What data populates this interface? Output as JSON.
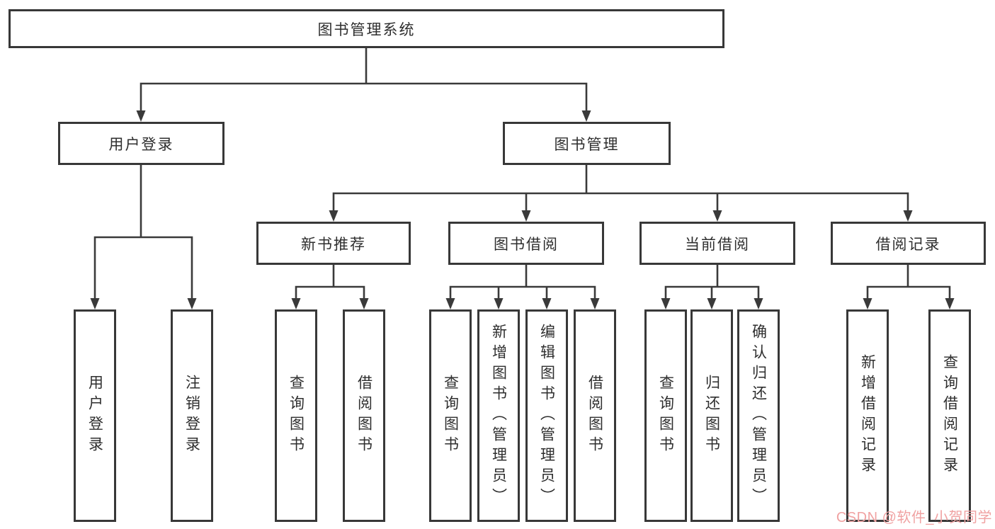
{
  "diagram": {
    "type": "hierarchy-tree",
    "title": "图书管理系统",
    "root": {
      "label": "图书管理系统"
    },
    "level2": [
      {
        "label": "用户登录"
      },
      {
        "label": "图书管理"
      }
    ],
    "level3": [
      {
        "label": "新书推荐",
        "parent": "图书管理"
      },
      {
        "label": "图书借阅",
        "parent": "图书管理"
      },
      {
        "label": "当前借阅",
        "parent": "图书管理"
      },
      {
        "label": "借阅记录",
        "parent": "图书管理"
      }
    ],
    "leaves": [
      {
        "label": "用户登录",
        "parent": "用户登录"
      },
      {
        "label": "注销登录",
        "parent": "用户登录"
      },
      {
        "label": "查询图书",
        "parent": "新书推荐"
      },
      {
        "label": "借阅图书",
        "parent": "新书推荐"
      },
      {
        "label": "查询图书",
        "parent": "图书借阅"
      },
      {
        "label": "新增图书（管理员）",
        "parent": "图书借阅"
      },
      {
        "label": "编辑图书（管理员）",
        "parent": "图书借阅"
      },
      {
        "label": "借阅图书",
        "parent": "图书借阅"
      },
      {
        "label": "查询图书",
        "parent": "当前借阅"
      },
      {
        "label": "归还图书",
        "parent": "当前借阅"
      },
      {
        "label": "确认归还（管理员）",
        "parent": "当前借阅"
      },
      {
        "label": "新增借阅记录",
        "parent": "借阅记录"
      },
      {
        "label": "查询借阅记录",
        "parent": "借阅记录"
      }
    ]
  },
  "watermark": {
    "text": "CSDN @软件_小贺同学",
    "color": "#f0a2a2"
  },
  "colors": {
    "background": "#ffffff",
    "box_fill": "#ffffff",
    "box_border": "#383838",
    "line": "#3a3a3a",
    "text": "#2e2e2e"
  }
}
